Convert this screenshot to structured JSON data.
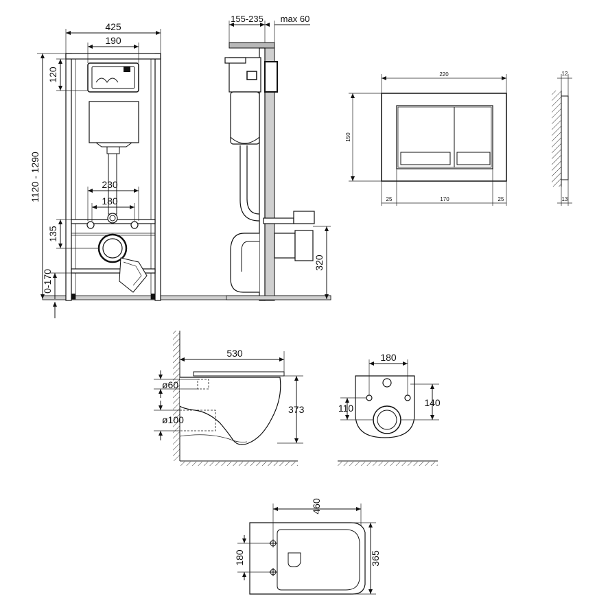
{
  "frame_front": {
    "width": "425",
    "plate_width": "190",
    "top_offset": "120",
    "total_height": "1120 - 1290",
    "studs_outer": "230",
    "studs_inner": "180",
    "outlet_height": "135",
    "adjust": "0-170"
  },
  "frame_side": {
    "depth": "155-235",
    "max": "max 60",
    "pipe_height": "320"
  },
  "flush_plate": {
    "width": "220",
    "height": "150",
    "margin_left": "25",
    "center": "170",
    "margin_right": "25",
    "side_depth": "12",
    "side_thickness": "13"
  },
  "bowl_side": {
    "length": "530",
    "inlet": "ø60",
    "outlet": "ø100",
    "height": "373"
  },
  "bowl_back": {
    "bolts": "180",
    "outlet_h": "110",
    "bolt_h": "140"
  },
  "bowl_top": {
    "width": "460",
    "depth": "365",
    "bolts": "180"
  }
}
